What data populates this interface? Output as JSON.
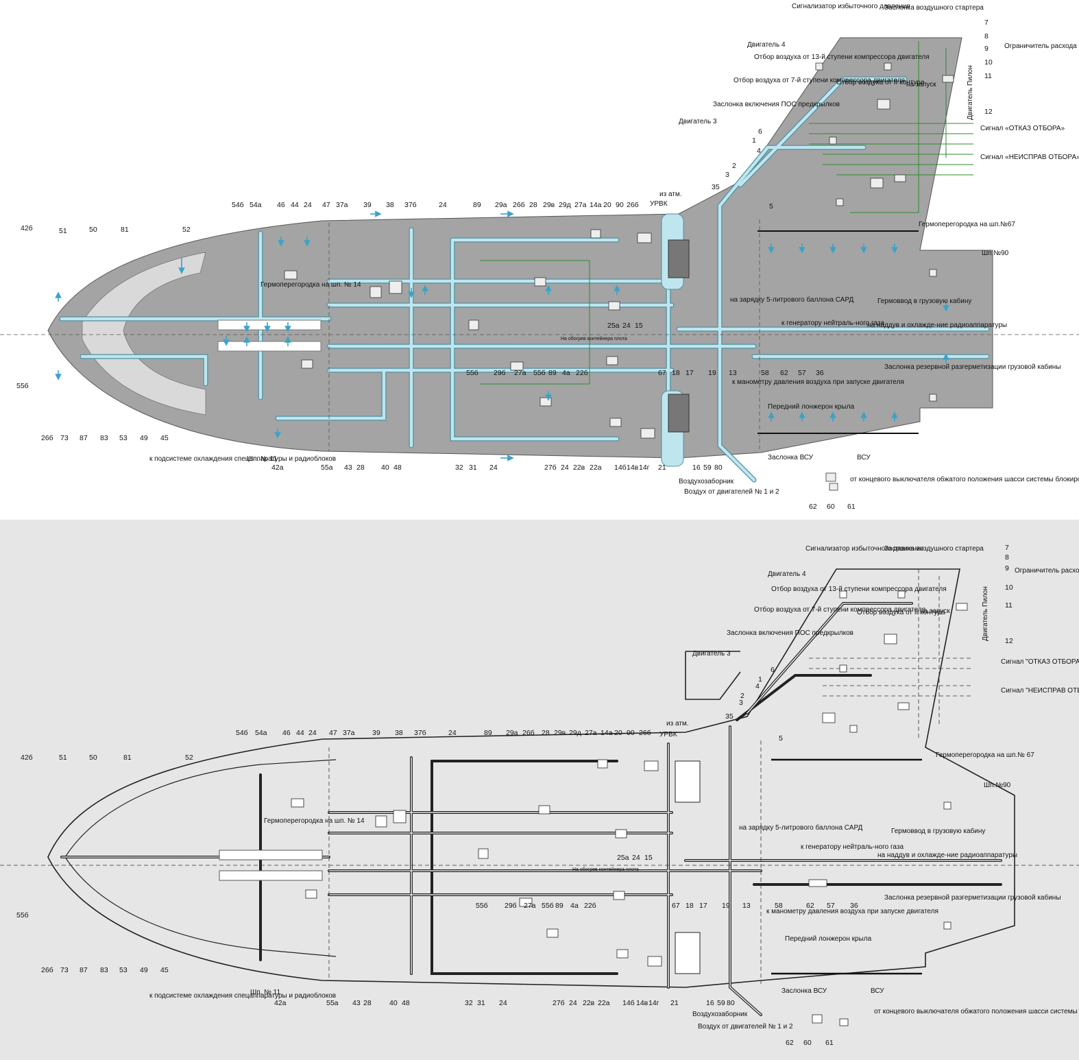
{
  "colors": {
    "top_background": "#ffffff",
    "bottom_background": "#e6e6e6",
    "fuselage_fill": "#a4a4a4",
    "duct_fill": "#bfe6ee",
    "duct_stroke": "#4f8fa0",
    "signal_line": "#2f8a2f",
    "arrow": "#3aa3c8",
    "ink": "#111111"
  },
  "labels": {
    "overpressure_signal": "Сигнализатор избыточного давления",
    "starter_valve": "Заслонка воздушного стартера",
    "flow_limiter": "Ограничитель расхода воздуха (ОРВ)",
    "engine4": "Двигатель 4",
    "bleed13": "Отбор воздуха от 13-й ступени компрессора двигателя",
    "bleed7": "Отбор воздуха от 7-й ступени компрессора двигателя",
    "bleed2": "Отбор воздуха от II контура",
    "to_start": "на запуск",
    "engine_pylon": "Двигатель Пилон",
    "slat_valve": "Заслонка включения ПОС предкрылков",
    "engine3": "Двигатель 3",
    "signal_fail": "Сигнал «ОТКАЗ ОТБОРА»",
    "signal_fault": "Сигнал «НЕИСПРАВ ОТБОРА»",
    "bulkhead67": "Гермоперегородка на шп.№67",
    "frame90": "Шп.№90",
    "from_atm": "из атм.",
    "urvk": "УРВК",
    "bulkhead14": "Гермоперегородка на шп. № 14",
    "sard": "на зарядку 5-литрового баллона САРД",
    "gas_gen": "к генератору нейтраль-ного газа",
    "cargo_lead": "Гермоввод в грузовую кабину",
    "radio_cool": "на наддув и охлажде-ние радиоаппаратуры",
    "raft_heat": "На обогрев контейнера плота",
    "reserve_valve": "Заслонка резервной разгерметизации грузовой кабины",
    "manometer": "к манометру давления воздуха при запуске двигателя",
    "front_spar": "Передний лонжерон крыла",
    "apu_valve": "Заслонка ВСУ",
    "apu": "ВСУ",
    "gear_switch": "от концевого выключателя обжатого положения шасси системы блокировки «ЗЕМЛЯ-ВОЗДУХ»",
    "air_intake": "Воздухозаборник",
    "air_from_engines": "Воздух от двигателей № 1 и 2",
    "cooling_sub": "к подсистеме охлаждения спецаппаратуры и радиоблоков",
    "frame11": "Шп. № 11"
  },
  "labels_bottom": {
    "signal_fail": "Сигнал \"ОТКАЗ ОТБОРА\"",
    "signal_fault": "Сигнал \"НЕИСПРАВ ОТБОРА\"",
    "bulkhead67": "Гермоперегородка на шп.№ 67",
    "gear_switch": "от концевого выключателя обжатого положения шасси системы блокировки \"ЗЕМЛЯ-ВОЗДУХ\""
  },
  "numbers": {
    "top_row": [
      "54б",
      "54а",
      "46",
      "44",
      "24",
      "47",
      "37а",
      "39",
      "38",
      "37б",
      "24",
      "89",
      "29а",
      "26б",
      "28",
      "29в",
      "29д",
      "27а",
      "14а",
      "20",
      "90",
      "26б"
    ],
    "left_top": [
      "42б",
      "51",
      "50",
      "81",
      "52"
    ],
    "left_bottom": [
      "55б",
      "26б",
      "73",
      "87",
      "83",
      "53",
      "49",
      "45"
    ],
    "bottom_row": [
      "42а",
      "55а",
      "43",
      "28",
      "40",
      "48",
      "32",
      "31",
      "24",
      "27б",
      "24",
      "22в",
      "22а",
      "14б",
      "14в",
      "14г",
      "21",
      "16",
      "59",
      "80",
      "62",
      "60",
      "61"
    ],
    "mid_left": [
      "55б",
      "29б",
      "27а",
      "55б",
      "89",
      "4а",
      "22б"
    ],
    "mid_right": [
      "25а",
      "24",
      "15",
      "67",
      "18",
      "17",
      "19",
      "13",
      "58",
      "62",
      "57",
      "36"
    ],
    "right_stack": [
      "7",
      "8",
      "9",
      "10",
      "11",
      "12"
    ],
    "pylon_nums": [
      "6",
      "1",
      "4",
      "2",
      "3",
      "35",
      "5"
    ],
    "bottom_extra": [
      "24",
      "24",
      "29в",
      "29д",
      "27а",
      "14а",
      "20",
      "90",
      "26б",
      "28",
      "26б",
      "14а",
      "22б",
      "22в",
      "22а",
      "14б",
      "14в",
      "14г",
      "24",
      "24",
      "27б",
      "8",
      "7",
      "9",
      "10",
      "11"
    ]
  }
}
